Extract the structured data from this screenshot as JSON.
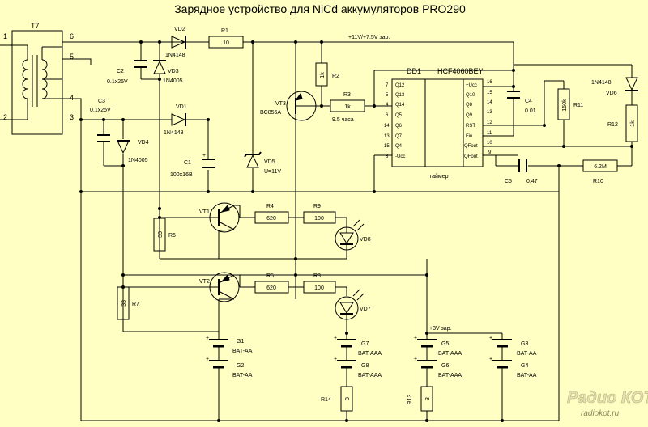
{
  "title": "Зарядное устройство  для NiCd аккумуляторов PRO290",
  "transformer": {
    "ref": "T7",
    "pins": [
      "1",
      "2",
      "3",
      "4",
      "5",
      "6"
    ]
  },
  "rail_labels": {
    "top": "+11V/+7.5V зар.",
    "bottom": "+3V зар."
  },
  "diodes": {
    "vd2": {
      "ref": "VD2",
      "part": "1N4148"
    },
    "vd3": {
      "ref": "VD3",
      "part": "1N4005"
    },
    "vd1": {
      "ref": "VD1",
      "part": "1N4148"
    },
    "vd4": {
      "ref": "VD4",
      "part": "1N4005"
    },
    "vd5": {
      "ref": "VD5",
      "part": "U=11V"
    },
    "vd6": {
      "ref": "VD6",
      "part": "1N4148"
    },
    "vd7": {
      "ref": "VD7"
    },
    "vd8": {
      "ref": "VD8"
    }
  },
  "capacitors": {
    "c1": {
      "ref": "C1",
      "value": "100x16В"
    },
    "c2": {
      "ref": "C2",
      "value": "0.1x25V"
    },
    "c3": {
      "ref": "C3",
      "value": "0.1x25V"
    },
    "c4": {
      "ref": "C4",
      "value": "0.01"
    },
    "c5": {
      "ref": "C5",
      "value": "0.47"
    }
  },
  "resistors": {
    "r1": {
      "ref": "R1",
      "value": "10"
    },
    "r2": {
      "ref": "R2",
      "value": "1k"
    },
    "r3": {
      "ref": "R3",
      "value": "1k",
      "note": "9.5 часа"
    },
    "r4": {
      "ref": "R4",
      "value": "620"
    },
    "r5": {
      "ref": "R5",
      "value": "620"
    },
    "r6": {
      "ref": "R6",
      "value": "33"
    },
    "r7": {
      "ref": "R7",
      "value": "33"
    },
    "r8": {
      "ref": "R8",
      "value": "100"
    },
    "r9": {
      "ref": "R9",
      "value": "100"
    },
    "r10": {
      "ref": "R10",
      "value": "6.2M"
    },
    "r11": {
      "ref": "R11",
      "value": "150k"
    },
    "r12": {
      "ref": "R12",
      "value": "1k"
    },
    "r13": {
      "ref": "R13",
      "value": "3"
    },
    "r14": {
      "ref": "R14",
      "value": "3"
    }
  },
  "transistors": {
    "vt1": {
      "ref": "VT1"
    },
    "vt2": {
      "ref": "VT2"
    },
    "vt3": {
      "ref": "VT3",
      "part": "BC856A"
    }
  },
  "ic": {
    "ref": "DD1",
    "part": "HCF4060BEY",
    "caption": "таймер",
    "left_pins": [
      {
        "num": "7",
        "name": "Q12"
      },
      {
        "num": "5",
        "name": "Q13"
      },
      {
        "num": "4",
        "name": "Q14"
      },
      {
        "num": "6",
        "name": "Q5"
      },
      {
        "num": "14",
        "name": "Q6"
      },
      {
        "num": "13",
        "name": "Q7"
      },
      {
        "num": "15",
        "name": "Q4"
      },
      {
        "num": "8",
        "name": "-Ucc"
      }
    ],
    "right_pins": [
      {
        "num": "16",
        "name": "+Ucc"
      },
      {
        "num": "15",
        "name": "Q10"
      },
      {
        "num": "14",
        "name": "Q8"
      },
      {
        "num": "13",
        "name": "Q9"
      },
      {
        "num": "12",
        "name": "RST"
      },
      {
        "num": "11",
        "name": "Fin"
      },
      {
        "num": "10",
        "name": "QFout"
      },
      {
        "num": "9",
        "name": "QFout"
      }
    ]
  },
  "batteries": {
    "g1": {
      "ref": "G1",
      "type": "BAT-AA"
    },
    "g2": {
      "ref": "G2",
      "type": "BAT-AA"
    },
    "g3": {
      "ref": "G3",
      "type": "BAT-AA"
    },
    "g4": {
      "ref": "G4",
      "type": "BAT-AA"
    },
    "g5": {
      "ref": "G5",
      "type": "BAT-AAA"
    },
    "g6": {
      "ref": "G6",
      "type": "BAT-AAA"
    },
    "g7": {
      "ref": "G7",
      "type": "BAT-AAA"
    },
    "g8": {
      "ref": "G8",
      "type": "BAT-AAA"
    }
  },
  "watermark": {
    "brand": "Радио КОТ",
    "url": "radiokot.ru"
  }
}
